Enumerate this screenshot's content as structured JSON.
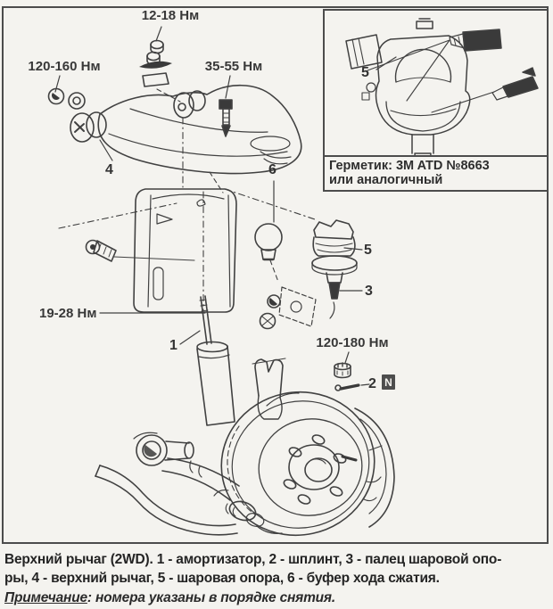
{
  "figure": {
    "torques": {
      "top_stack": "12-18 Нм",
      "left_nuts": "120-160 Нм",
      "arm_bolt": "35-55 Нм",
      "bracket_bolt": "19-28 Нм",
      "stud_nut": "120-180 Нм"
    },
    "callouts": {
      "shock": "1",
      "cotter_pin": "2",
      "ball_stud": "3",
      "upper_arm": "4",
      "ball_joint": "5",
      "bump_stop": "6",
      "inset_ball_joint": "5",
      "new_part_badge": "N"
    },
    "inset": {
      "sealant_line1": "Герметик: 3M ATD №8663",
      "sealant_line2": "или аналогичный"
    }
  },
  "caption": {
    "line1": "Верхний рычаг (2WD). 1 - амортизатор, 2 - шплинт, 3 - палец шаровой опо-",
    "line2": "ры, 4 - верхний рычаг, 5 - шаровая опора, 6 - буфер хода сжатия.",
    "note_label": "Примечание",
    "note_rest": ": номера указаны в порядке снятия."
  }
}
